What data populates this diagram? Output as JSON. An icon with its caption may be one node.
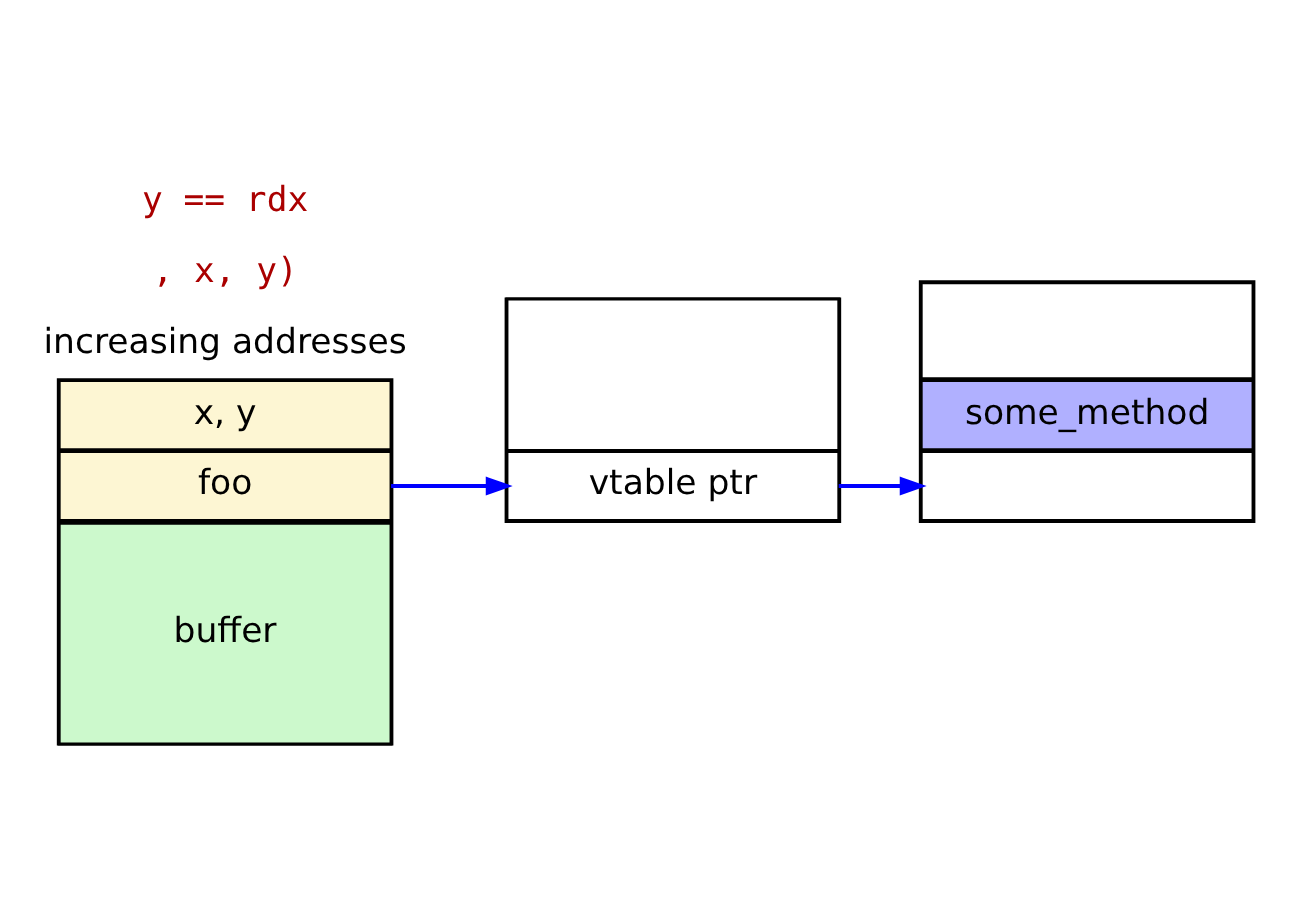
{
  "diagram": {
    "nodes": [
      {
        "text": [],
        "shape": "box"
      },
      {
        "text": [
          "x, y"
        ],
        "in": 0
      },
      {
        "text": [
          "foo"
        ],
        "in": 0
      },
      {
        "text": [
          "buffer"
        ],
        "in": 0
      },
      {
        "text": [],
        "shape": "box"
      },
      {
        "text": [],
        "shape": "box",
        "in": 4
      },
      {
        "text": [
          "vtable ptr"
        ],
        "in": 4
      },
      {
        "text": [],
        "shape": "box"
      },
      {
        "text": [],
        "shape": "box",
        "in": 7
      },
      {
        "text": [
          "some_method"
        ],
        "in": 7
      },
      {
        "text": [],
        "shape": "box",
        "in": 7
      }
    ],
    "edges": [
      {
        "from": 2,
        "to": 6,
        "arrow": "to",
        "color": "#0000ff"
      },
      {
        "from": 6,
        "to": 10,
        "arrow": "to",
        "color": "#0000ff"
      }
    ],
    "labels": [
      "increasing addresses",
      ", x, y)",
      "y == rdx"
    ]
  }
}
